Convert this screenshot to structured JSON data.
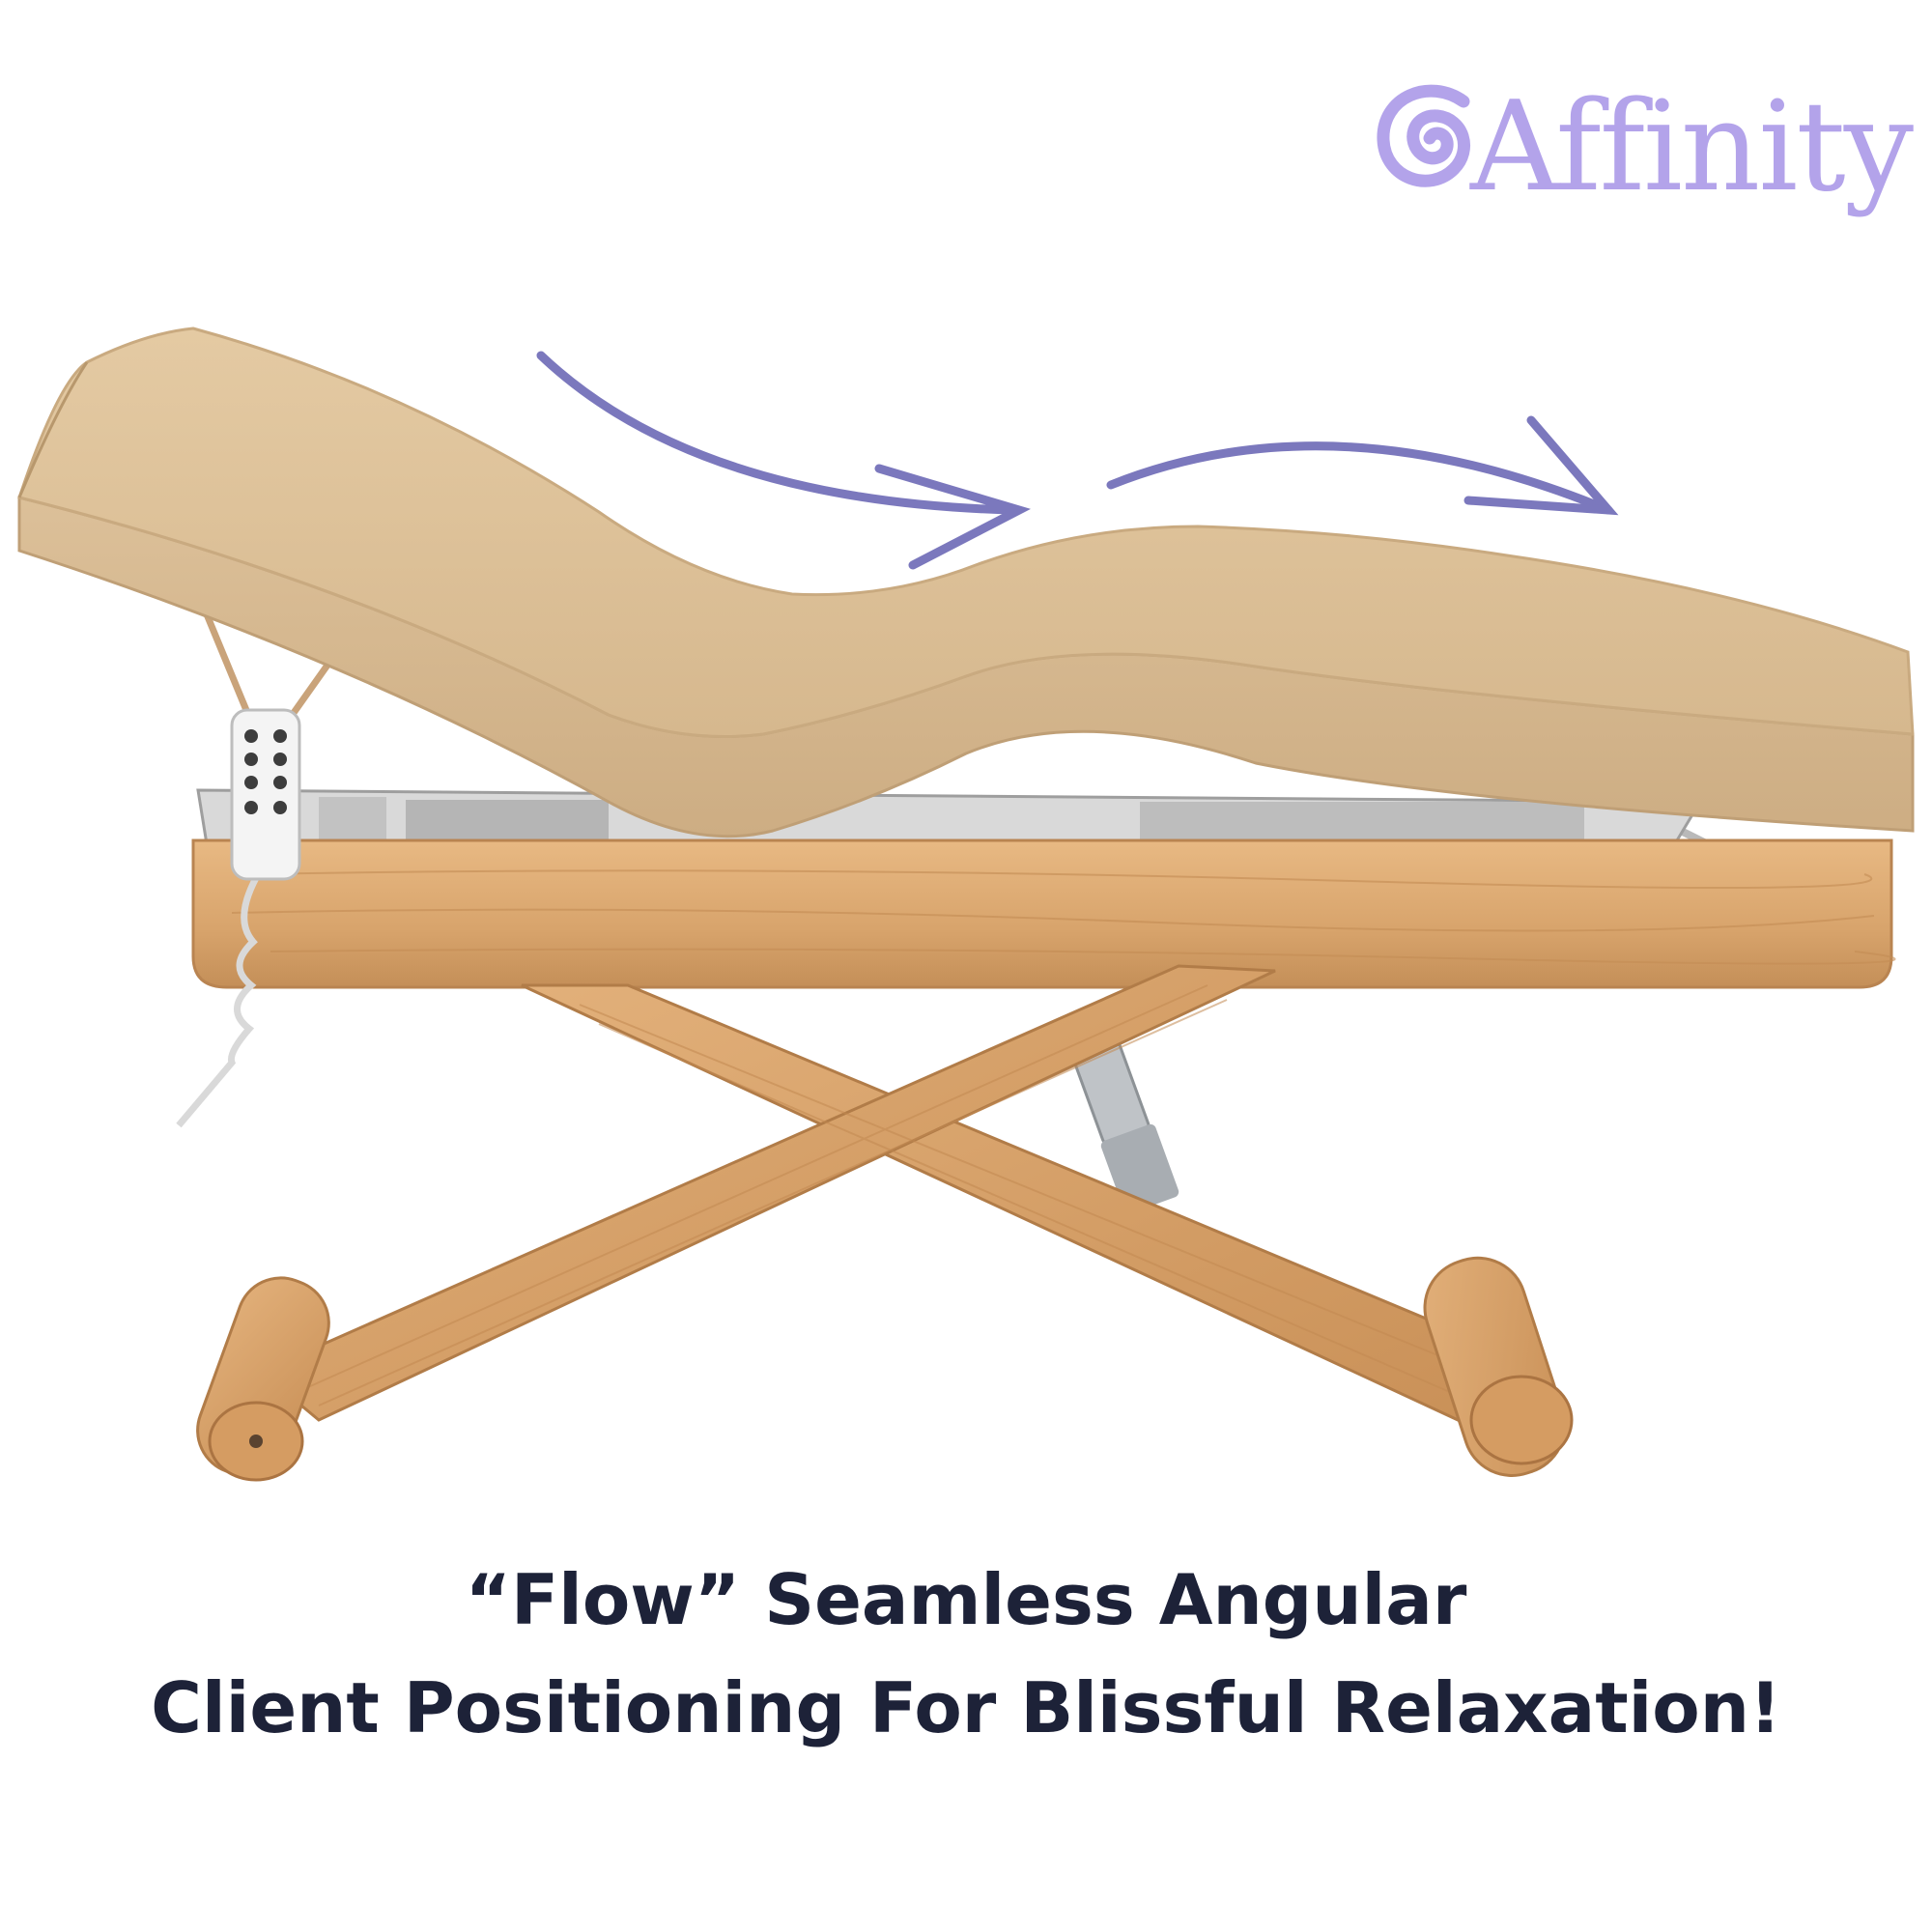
{
  "brand": {
    "name": "Affinity",
    "color": "#b3a3ea",
    "icon": "swirl-icon"
  },
  "caption": {
    "line1": "“Flow” Seamless Angular",
    "line2": "Client Positioning For Blissful Relaxation!",
    "color": "#1d2238"
  },
  "product": {
    "upholstery_color": "#d9bd96",
    "wood_color": "#d8a46c",
    "arrow_color": "#7b78bd",
    "remote_buttons": 8
  }
}
